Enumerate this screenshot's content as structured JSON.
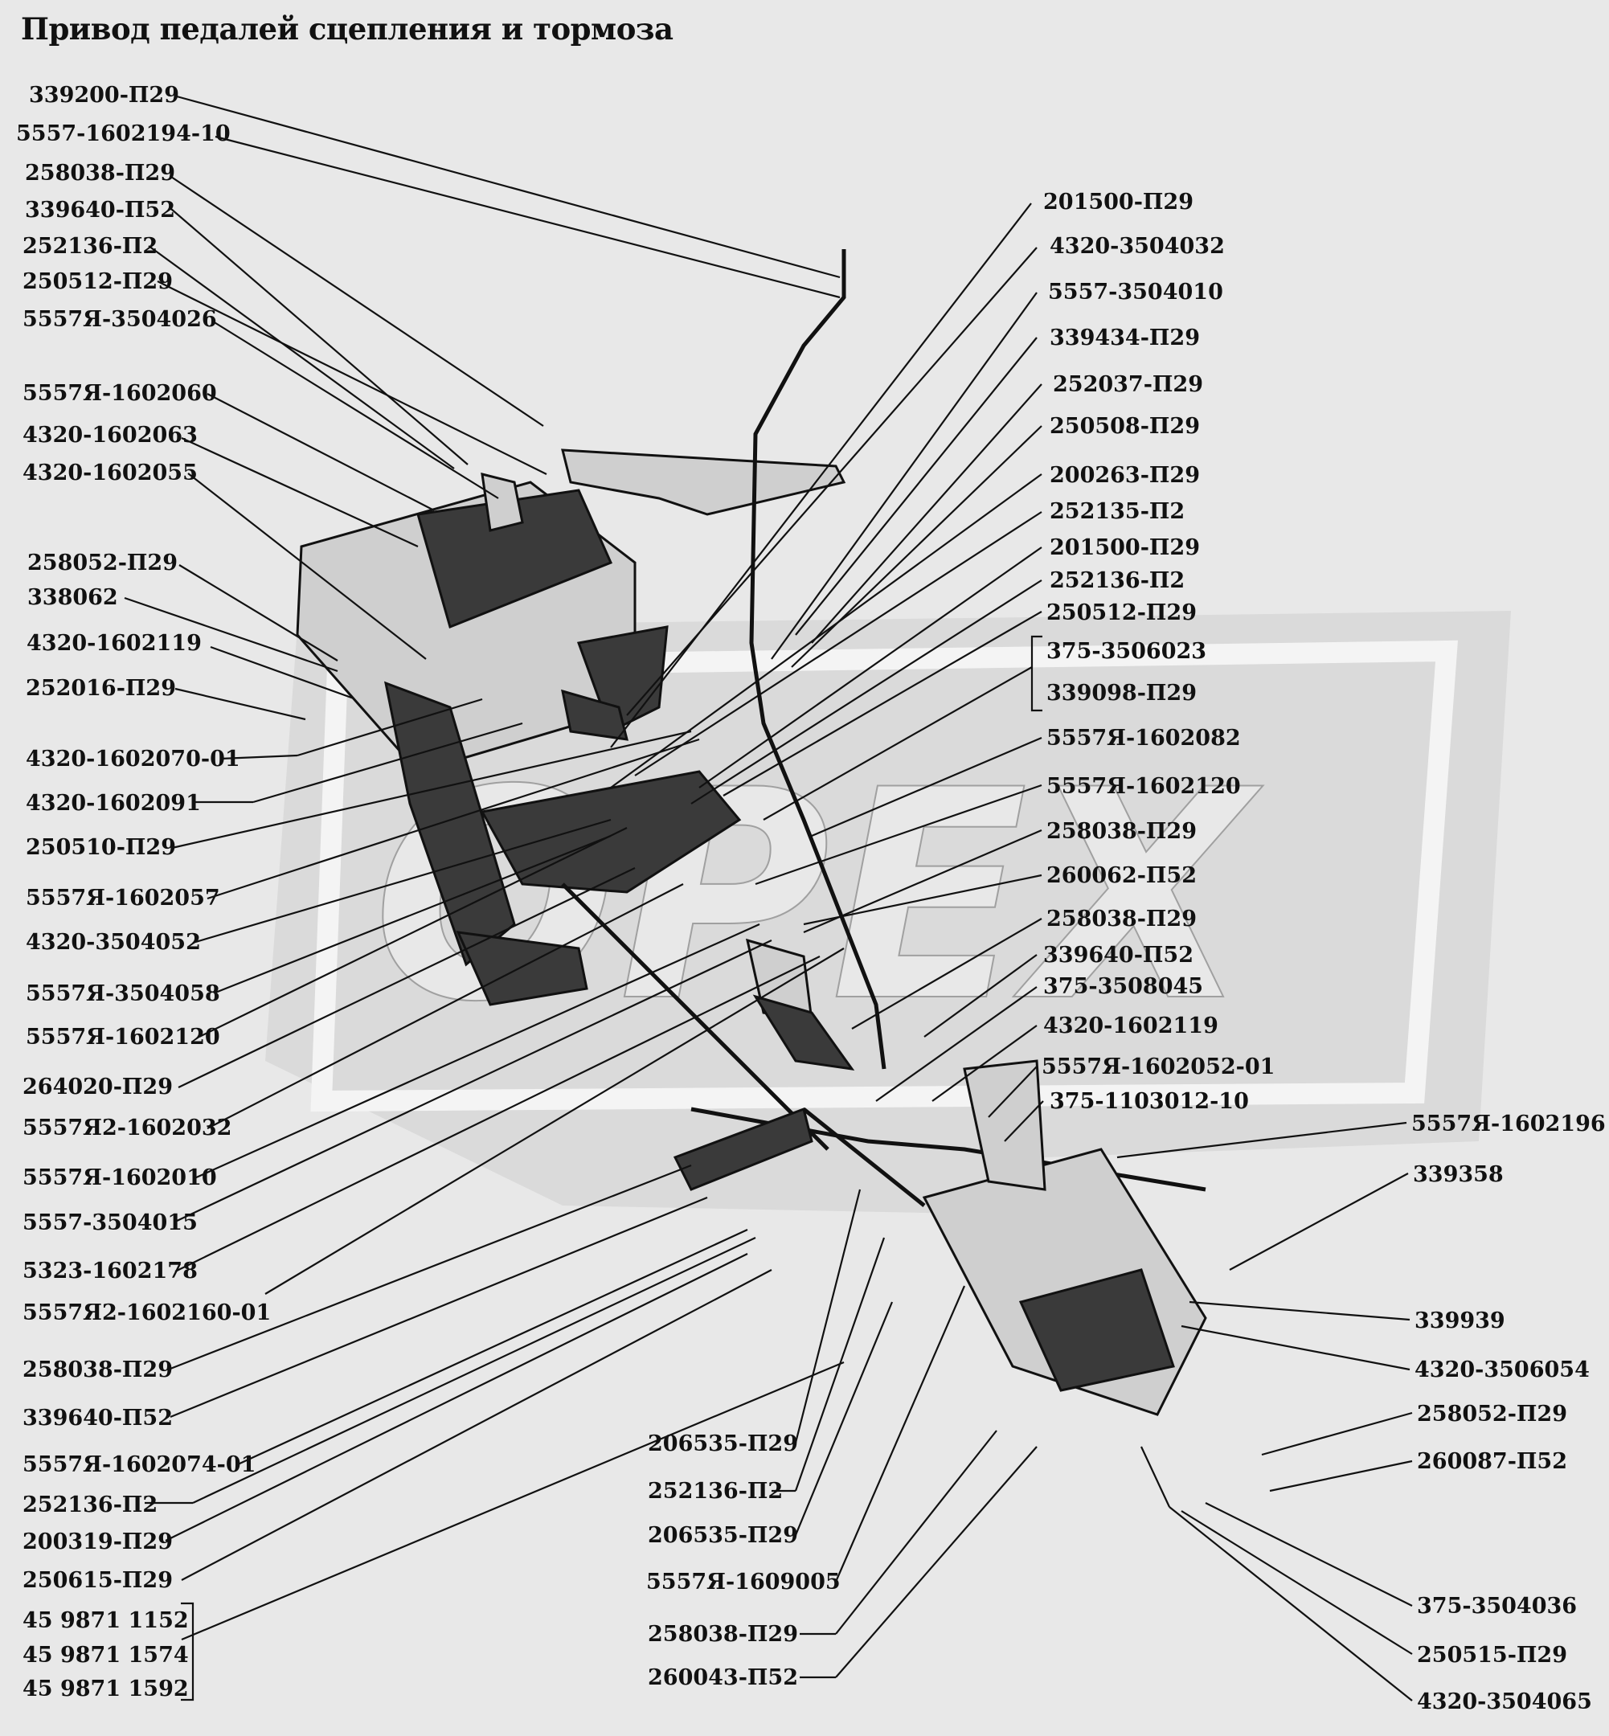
{
  "title": "Привод педалей сцепления и тормоза",
  "watermark": "ОРЕХ",
  "labels_left": [
    "339200-П29",
    "5557-1602194-10",
    "258038-П29",
    "339640-П52",
    "252136-П2",
    "250512-П29",
    "5557Я-3504026",
    "5557Я-1602060",
    "4320-1602063",
    "4320-1602055",
    "258052-П29",
    "338062",
    "4320-1602119",
    "252016-П29",
    "4320-1602070-01",
    "4320-1602091",
    "250510-П29",
    "5557Я-1602057",
    "4320-3504052",
    "5557Я-3504058",
    "5557Я-1602120",
    "264020-П29",
    "5557Я2-1602032",
    "5557Я-1602010",
    "5557-3504015",
    "5323-1602178",
    "5557Я2-1602160-01",
    "258038-П29",
    "339640-П52",
    "5557Я-1602074-01",
    "252136-П2",
    "200319-П29",
    "250615-П29",
    "45 9871 1152",
    "45 9871 1574",
    "45 9871 1592"
  ],
  "labels_center": [
    "201500-П29",
    "4320-3504032",
    "5557-3504010",
    "339434-П29",
    "252037-П29",
    "250508-П29",
    "200263-П29",
    "252135-П2",
    "201500-П29",
    "252136-П2",
    "250512-П29",
    "375-3506023",
    "339098-П29",
    "5557Я-1602082",
    "5557Я-1602120",
    "258038-П29",
    "260062-П52",
    "258038-П29",
    "339640-П52",
    "375-3508045",
    "4320-1602119",
    "5557Я-1602052-01",
    "375-1103012-10"
  ],
  "labels_bottom": [
    "206535-П29",
    "252136-П2",
    "206535-П29",
    "5557Я-1609005",
    "258038-П29",
    "260043-П52"
  ],
  "labels_right": [
    "5557Я-1602196",
    "339358",
    "339939",
    "4320-3506054",
    "258052-П29",
    "260087-П52",
    "375-3504036",
    "250515-П29",
    "4320-3504065"
  ]
}
